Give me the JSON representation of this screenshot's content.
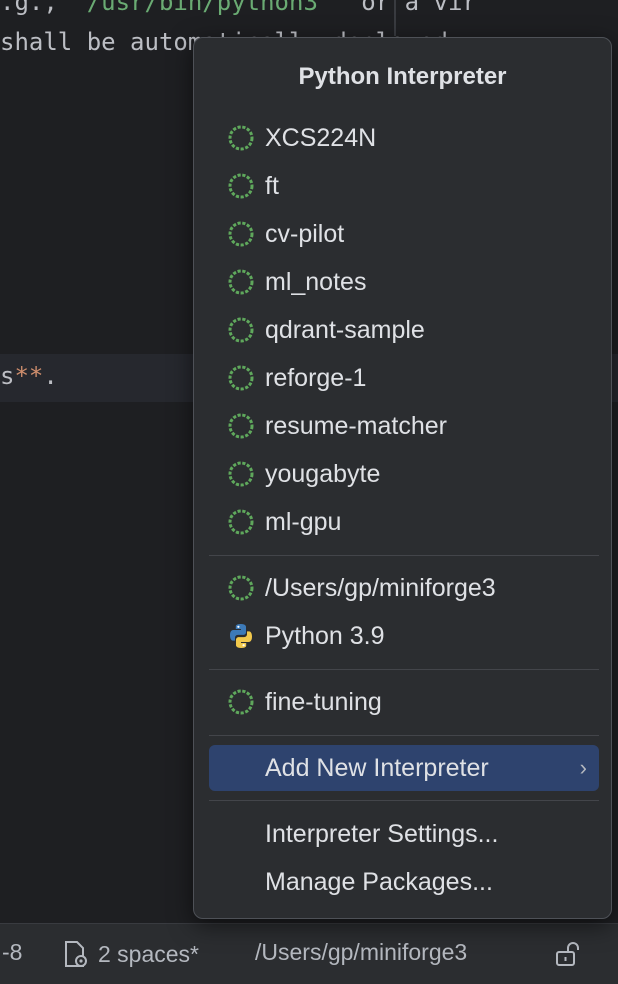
{
  "editor": {
    "line1_prefix": ".g.,",
    "line1_path": "/usr/bin/python3",
    "line1_suffix": "or a vir",
    "line2": "shall be automatically deployed",
    "line3_s": "s",
    "line3_stars": "**",
    "line3_dot": "."
  },
  "popup": {
    "title": "Python Interpreter",
    "envs": [
      {
        "label": "XCS224N",
        "icon": "conda-env-icon"
      },
      {
        "label": "ft",
        "icon": "conda-env-icon"
      },
      {
        "label": "cv-pilot",
        "icon": "conda-env-icon"
      },
      {
        "label": "ml_notes",
        "icon": "conda-env-icon"
      },
      {
        "label": "qdrant-sample",
        "icon": "conda-env-icon"
      },
      {
        "label": "reforge-1",
        "icon": "conda-env-icon"
      },
      {
        "label": "resume-matcher",
        "icon": "conda-env-icon"
      },
      {
        "label": "yougabyte",
        "icon": "conda-env-icon"
      },
      {
        "label": "ml-gpu",
        "icon": "conda-env-icon"
      }
    ],
    "base": [
      {
        "label": "/Users/gp/miniforge3",
        "icon": "conda-env-icon"
      },
      {
        "label": "Python 3.9",
        "icon": "python-logo-icon"
      }
    ],
    "other": [
      {
        "label": "fine-tuning",
        "icon": "conda-env-icon"
      }
    ],
    "add_new": {
      "label": "Add New Interpreter",
      "chevron": "›"
    },
    "interpreter_settings": "Interpreter Settings...",
    "manage_packages": "Manage Packages..."
  },
  "statusbar": {
    "encoding_fragment": "-8",
    "indent": "2 spaces*",
    "interpreter_path": "/Users/gp/miniforge3"
  },
  "colors": {
    "conda_ring": "#5fa85c",
    "selection": "#2e436e",
    "popup_bg": "#2b2d30"
  }
}
